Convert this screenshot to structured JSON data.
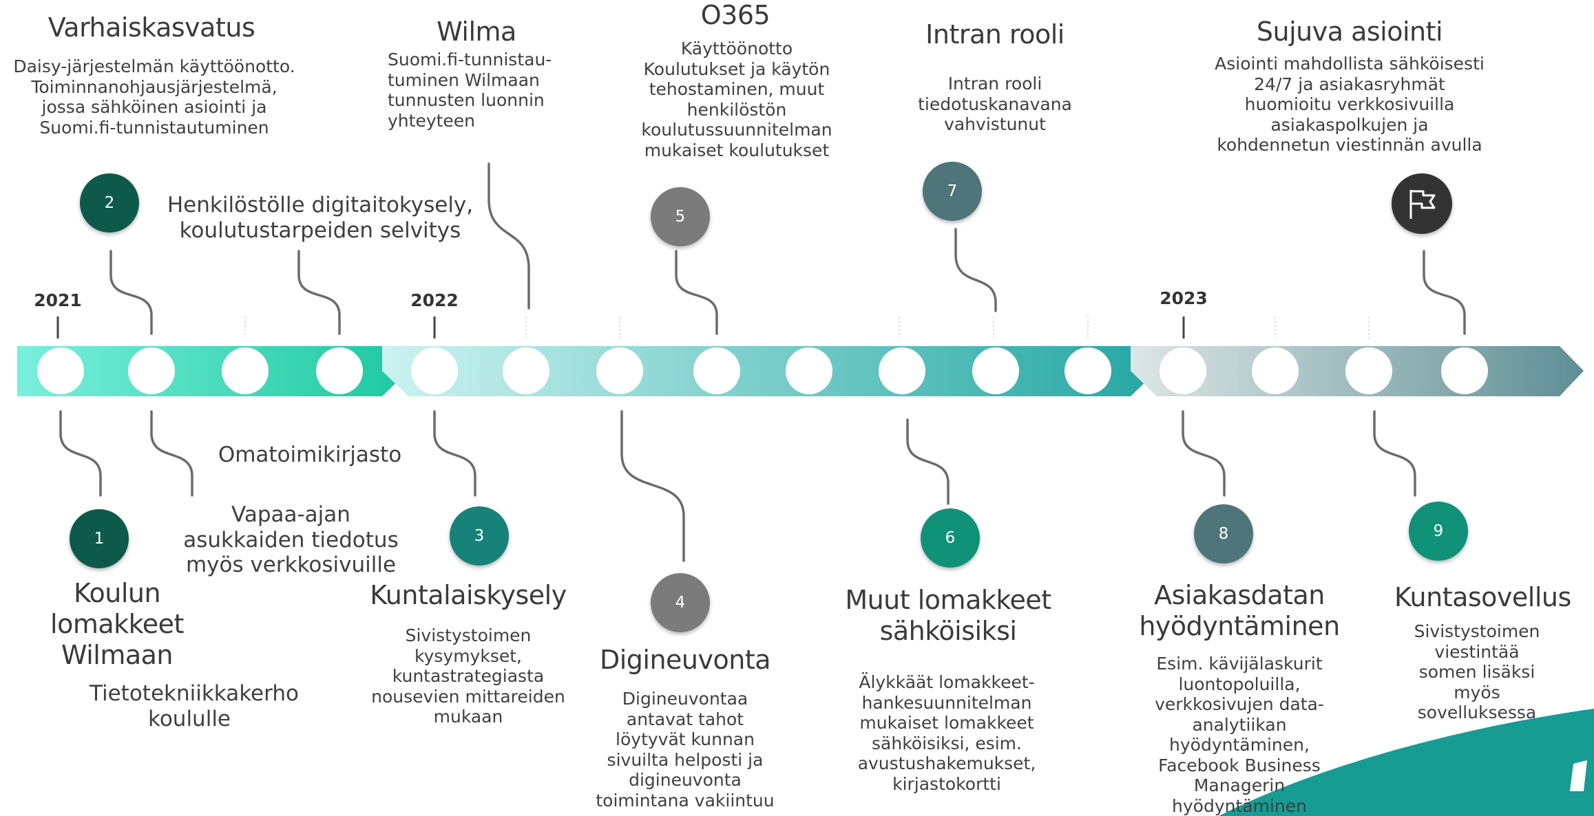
{
  "years": [
    {
      "id": "y2021",
      "label": "2021"
    },
    {
      "id": "y2022",
      "label": "2022"
    },
    {
      "id": "y2023",
      "label": "2023"
    }
  ],
  "milestones": [
    {
      "id": "m1",
      "number": "1",
      "color": "#0e5a4a",
      "title": "Koulun lomakkeet Wilmaan",
      "text": ""
    },
    {
      "id": "m2",
      "number": "2",
      "color": "#0e5a4a",
      "title": "Varhaiskasvatus",
      "text": "Daisy-järjestelmän käyttöönotto. Toiminnanohjausjärjestelmä, jossa sähköinen asiointi ja Suomi.fi-tunnistautuminen"
    },
    {
      "id": "m3",
      "number": "3",
      "color": "#17827a",
      "title": "Kuntalaiskysely",
      "text": "Sivistystoimen kysymykset, kuntastrategiasta nousevien mittareiden mukaan"
    },
    {
      "id": "m4",
      "number": "4",
      "color": "#7b7b7b",
      "title": "Digineuvonta",
      "text": "Digineuvontaa antavat tahot löytyvät kunnan sivuilta helposti ja digineuvonta toimintana vakiintuu"
    },
    {
      "id": "m5",
      "number": "5",
      "color": "#7b7b7b",
      "title": "O365",
      "text": "Käyttöönotto Koulutukset ja käytön tehostaminen, muut henkilöstön koulutussuunnitelman mukaiset koulutukset"
    },
    {
      "id": "m6",
      "number": "6",
      "color": "#0f9277",
      "title": "Muut lomakkeet sähköisiksi",
      "text": "Älykkäät lomakkeet-hankesuunnitelman mukaiset lomakkeet sähköisiksi, esim. avustushakemukset, kirjastokortti"
    },
    {
      "id": "m7",
      "number": "7",
      "color": "#4e7579",
      "title": "Intran rooli",
      "text": "Intran rooli tiedotuskanavana vahvistunut"
    },
    {
      "id": "m8",
      "number": "8",
      "color": "#4e7579",
      "title": "Asiakasdatan hyödyntäminen",
      "text": "Esim. kävijälaskurit luontopoluilla, verkkosivujen data-analytiikan hyödyntäminen, Facebook Business Managerin hyödyntäminen"
    },
    {
      "id": "m9",
      "number": "9",
      "color": "#0f9277",
      "title": "Kuntasovellus",
      "text": "Sivistystoimen viestintää somen lisäksi myös sovelluksessa"
    },
    {
      "id": "mflag",
      "icon": "flag-icon",
      "color": "#333333",
      "title": "Sujuva asiointi",
      "text": "Asiointi mahdollista sähköisesti 24/7 ja asiakasryhmät huomioitu verkkosivuilla asiakaspolkujen ja kohdennetun viestinnän avulla"
    }
  ],
  "wilma": {
    "title": "Wilma",
    "text": "Suomi.fi-tunnistau-tuminen Wilmaan tunnusten luonnin yhteyteen"
  },
  "notes": [
    {
      "id": "n_henkilosto",
      "text": "Henkilöstölle digitaitokysely, koulutustarpeiden selvitys"
    },
    {
      "id": "n_omatoimi",
      "text": "Omatoimikirjasto"
    },
    {
      "id": "n_vapaa",
      "text": "Vapaa-ajan asukkaiden tiedotus myös verkkosivuille"
    },
    {
      "id": "n_tieto",
      "text": "Tietotekniikkakerho koululle"
    }
  ],
  "colors": {
    "arrow1_start": "#7af0dc",
    "arrow1_end": "#1dc8a0",
    "arrow2_start": "#ccf3f0",
    "arrow2_end": "#25a7a2",
    "arrow3_start": "#dde6e6",
    "arrow3_end": "#5e8f95",
    "connector": "#6b6b6b",
    "corner_accent": "#169c93"
  }
}
